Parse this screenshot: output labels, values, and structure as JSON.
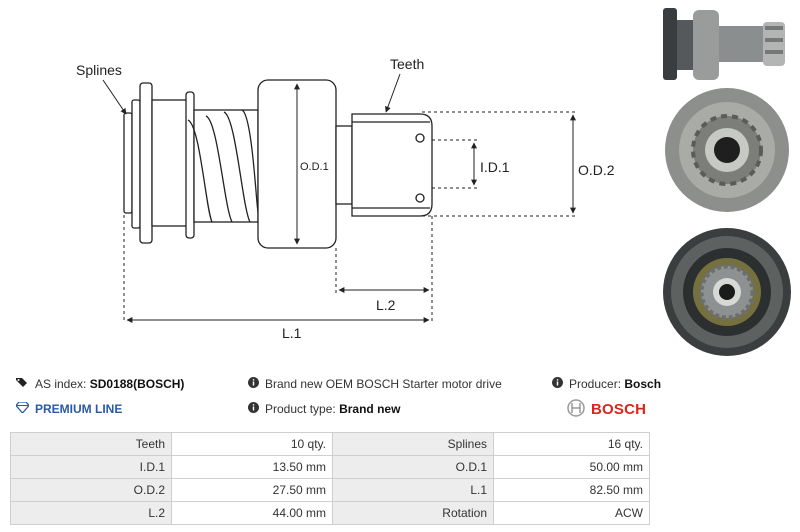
{
  "diagram": {
    "labels": {
      "splines": "Splines",
      "teeth": "Teeth",
      "od1": "O.D.1",
      "id1": "I.D.1",
      "od2": "O.D.2",
      "l1": "L.1",
      "l2": "L.2"
    }
  },
  "info": {
    "as_index_label": "AS index:",
    "as_index_value": "SD0188(BOSCH)",
    "description": "Brand new OEM BOSCH Starter motor drive",
    "producer_label": "Producer:",
    "producer_value": "Bosch",
    "premium_line": "PREMIUM LINE",
    "product_type_label": "Product type:",
    "product_type_value": "Brand new",
    "brand_logo": "BOSCH"
  },
  "colors": {
    "accent_blue": "#2a5aa6",
    "bosch_red": "#d9261c",
    "label_cell_bg": "#ededed"
  },
  "specs": [
    {
      "l1": "Teeth",
      "v1": "10 qty.",
      "l2": "Splines",
      "v2": "16 qty."
    },
    {
      "l1": "I.D.1",
      "v1": "13.50 mm",
      "l2": "O.D.1",
      "v2": "50.00 mm"
    },
    {
      "l1": "O.D.2",
      "v1": "27.50 mm",
      "l2": "L.1",
      "v2": "82.50 mm"
    },
    {
      "l1": "L.2",
      "v1": "44.00 mm",
      "l2": "Rotation",
      "v2": "ACW"
    }
  ]
}
